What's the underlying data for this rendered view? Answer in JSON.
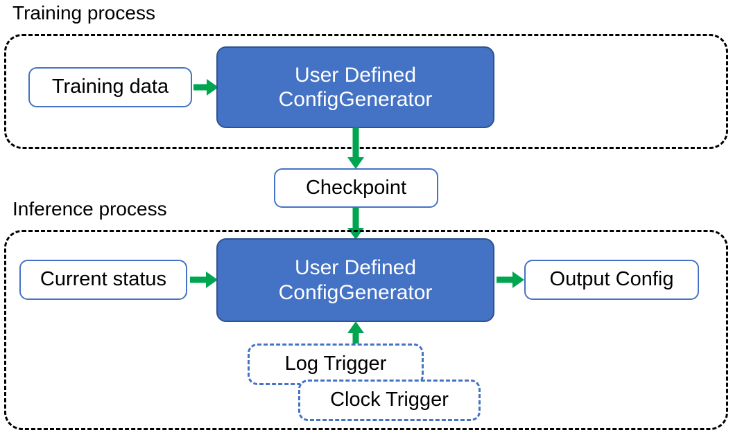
{
  "diagram": {
    "title_training": "Training process",
    "title_inference": "Inference process",
    "colors": {
      "process_fill": "#4472C4",
      "process_border": "#2F528F",
      "process_text": "#FFFFFF",
      "io_border": "#4472C4",
      "io_fill": "#FFFFFF",
      "arrow": "#00A550",
      "container_border": "#000000",
      "trigger_border": "#4472C4",
      "text": "#000000",
      "background": "#FFFFFF"
    },
    "training_section": {
      "label": "Training process",
      "input_box": {
        "label": "Training data"
      },
      "process_box": {
        "line1": "User Defined",
        "line2": "ConfigGenerator"
      }
    },
    "bridge": {
      "checkpoint_box": {
        "label": "Checkpoint"
      }
    },
    "inference_section": {
      "label": "Inference process",
      "input_box": {
        "label": "Current status"
      },
      "process_box": {
        "line1": "User Defined",
        "line2": "ConfigGenerator"
      },
      "output_box": {
        "label": "Output Config"
      },
      "triggers": [
        {
          "label": "Log Trigger"
        },
        {
          "label": "Clock Trigger"
        }
      ]
    },
    "arrows": [
      {
        "name": "training-data-to-generator",
        "direction": "right"
      },
      {
        "name": "training-generator-to-checkpoint",
        "direction": "down"
      },
      {
        "name": "checkpoint-to-inference-generator",
        "direction": "down"
      },
      {
        "name": "current-status-to-generator",
        "direction": "right"
      },
      {
        "name": "generator-to-output-config",
        "direction": "right"
      },
      {
        "name": "triggers-to-generator",
        "direction": "up"
      }
    ]
  }
}
